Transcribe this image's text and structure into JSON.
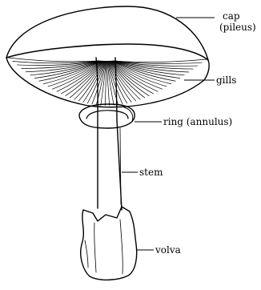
{
  "diagram": {
    "labels": {
      "cap": "cap",
      "cap_alt": "(pileus)",
      "gills": "gills",
      "ring": "ring (annulus)",
      "stem": "stem",
      "volva": "volva"
    }
  }
}
